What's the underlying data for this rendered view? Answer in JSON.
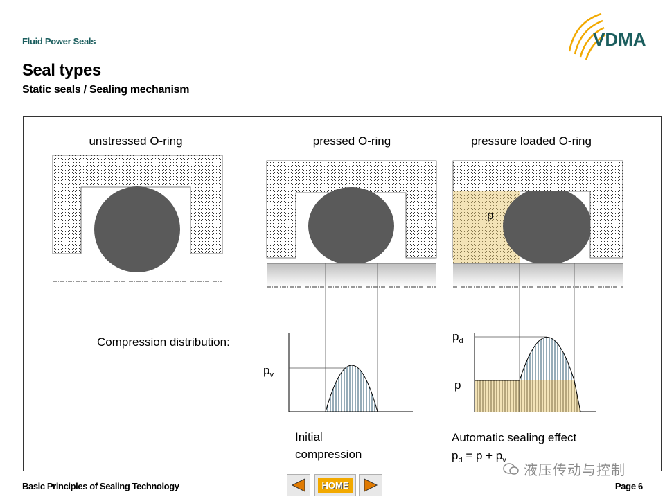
{
  "header": {
    "section_label": "Fluid Power Seals",
    "title": "Seal types",
    "subtitle": "Static seals / Sealing mechanism",
    "logo_text": "VDMA"
  },
  "diagram": {
    "panel_titles": [
      "unstressed O-ring",
      "pressed O-ring",
      "pressure loaded O-ring"
    ],
    "pressure_label": "p",
    "compression_heading": "Compression distribution:",
    "pv_label": "p",
    "pv_sub": "v",
    "pd_label": "p",
    "pd_sub": "d",
    "p_label": "p",
    "initial_caption": [
      "Initial",
      "compression"
    ],
    "automatic_caption": "Automatic sealing effect",
    "formula": {
      "a": "p",
      "a_sub": "d",
      "mid": " = p + p",
      "b_sub": "v"
    }
  },
  "footer": {
    "left_text": "Basic Principles of Sealing Technology",
    "home_label": "HOME",
    "page_label": "Page 6",
    "watermark": "液压传动与控制"
  },
  "colors": {
    "accent_teal": "#1b5e5e",
    "logo_orange": "#f2a900",
    "ring_gray": "#5a5a5a",
    "nav_arrow": "#e07a00",
    "pressure_fill": "#f3e3b7"
  }
}
